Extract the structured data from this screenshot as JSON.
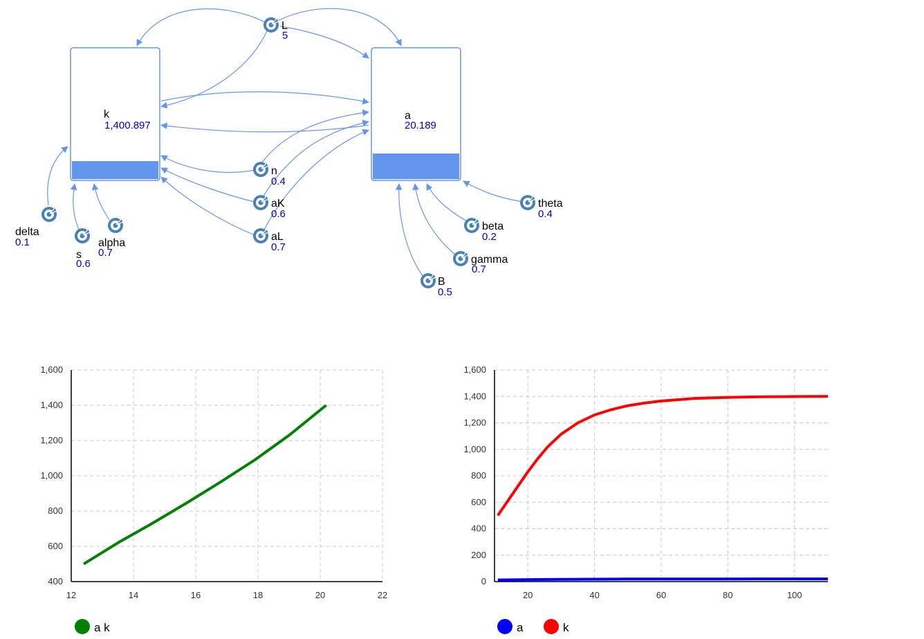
{
  "stocks": [
    {
      "id": "k",
      "label": "k",
      "value": "1,400.897"
    },
    {
      "id": "a",
      "label": "a",
      "value": "20.189"
    }
  ],
  "parameters": [
    {
      "id": "L",
      "label": "L",
      "value": "5"
    },
    {
      "id": "n",
      "label": "n",
      "value": "0.4"
    },
    {
      "id": "aK",
      "label": "aK",
      "value": "0.6"
    },
    {
      "id": "aL",
      "label": "aL",
      "value": "0.7"
    },
    {
      "id": "delta",
      "label": "delta",
      "value": "0.1"
    },
    {
      "id": "s",
      "label": "s",
      "value": "0.6"
    },
    {
      "id": "alpha",
      "label": "alpha",
      "value": "0.7"
    },
    {
      "id": "theta",
      "label": "theta",
      "value": "0.4"
    },
    {
      "id": "beta",
      "label": "beta",
      "value": "0.2"
    },
    {
      "id": "gamma",
      "label": "gamma",
      "value": "0.7"
    },
    {
      "id": "B",
      "label": "B",
      "value": "0.5"
    }
  ],
  "colors": {
    "link": "#6495ed",
    "stock_fill": "#6495ed",
    "param_icon": "#4682b4",
    "value_text": "#0000cd"
  },
  "chart_data": [
    {
      "type": "line",
      "title": "",
      "xlabel": "",
      "ylabel": "",
      "xlim": [
        12,
        22
      ],
      "ylim": [
        400,
        1600
      ],
      "xticks": [
        "12",
        "14",
        "16",
        "18",
        "20",
        "22"
      ],
      "yticks": [
        "400",
        "600",
        "800",
        "1,000",
        "1,200",
        "1,400",
        "1,600"
      ],
      "grid": true,
      "legend": "bottom-left",
      "series": [
        {
          "name": "a k",
          "color": "#008000",
          "x": [
            12.4,
            13.5,
            14.6,
            15.7,
            16.8,
            17.9,
            19.0,
            20.19
          ],
          "y": [
            500,
            620,
            730,
            845,
            965,
            1090,
            1230,
            1400
          ]
        }
      ]
    },
    {
      "type": "line",
      "title": "",
      "xlabel": "",
      "ylabel": "",
      "xlim": [
        10,
        110
      ],
      "ylim": [
        0,
        1600
      ],
      "xticks": [
        "20",
        "40",
        "60",
        "80",
        "100"
      ],
      "yticks": [
        "0",
        "200",
        "400",
        "600",
        "800",
        "1,000",
        "1,200",
        "1,400",
        "1,600"
      ],
      "grid": true,
      "legend": "bottom-left",
      "series": [
        {
          "name": "a",
          "color": "#0000ff",
          "x": [
            11,
            20,
            30,
            40,
            50,
            60,
            70,
            80,
            90,
            100,
            110
          ],
          "y": [
            12.4,
            15.0,
            17.2,
            18.5,
            19.3,
            19.8,
            20.0,
            20.1,
            20.15,
            20.18,
            20.19
          ]
        },
        {
          "name": "k",
          "color": "#ff0000",
          "x": [
            11,
            14,
            17,
            20,
            23,
            26,
            30,
            35,
            40,
            45,
            50,
            55,
            60,
            70,
            80,
            90,
            100,
            110
          ],
          "y": [
            500,
            610,
            720,
            830,
            930,
            1020,
            1115,
            1200,
            1260,
            1300,
            1330,
            1350,
            1365,
            1385,
            1393,
            1397,
            1399,
            1401
          ]
        }
      ]
    }
  ]
}
